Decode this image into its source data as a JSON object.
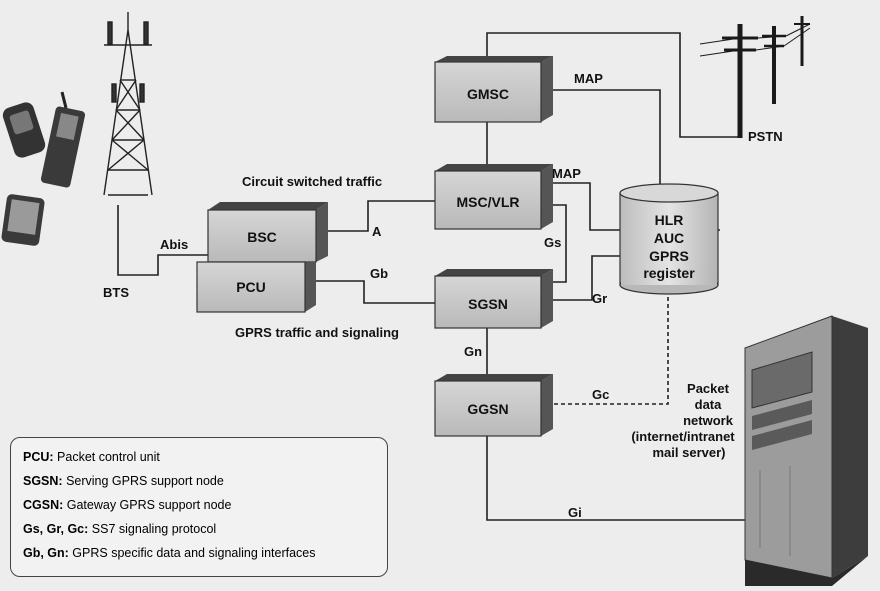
{
  "nodes": {
    "gmsc": "GMSC",
    "msc_vlr": "MSC/VLR",
    "sgsn": "SGSN",
    "ggsn": "GGSN",
    "bsc": "BSC",
    "pcu": "PCU",
    "hlr": [
      "HLR",
      "AUC",
      "GPRS",
      "register"
    ]
  },
  "labels": {
    "bts": "BTS",
    "pstn": "PSTN",
    "abis": "Abis",
    "a": "A",
    "gb": "Gb",
    "gs": "Gs",
    "gr": "Gr",
    "gn": "Gn",
    "gc": "Gc",
    "gi": "Gi",
    "map_top": "MAP",
    "map_mid": "MAP",
    "circuit": "Circuit switched traffic",
    "gprs_traffic": "GPRS traffic and signaling",
    "packet_network": [
      "Packet",
      "data",
      "network",
      "(internet/intranet",
      "mail server)"
    ]
  },
  "legend": [
    {
      "key": "PCU:",
      "text": " Packet control unit"
    },
    {
      "key": "SGSN:",
      "text": " Serving GPRS support node"
    },
    {
      "key": "CGSN:",
      "text": " Gateway GPRS support node"
    },
    {
      "key": "Gs, Gr, Gc:",
      "text": " SS7 signaling protocol"
    },
    {
      "key": "Gb, Gn:",
      "text": " GPRS specific data and signaling interfaces"
    }
  ]
}
